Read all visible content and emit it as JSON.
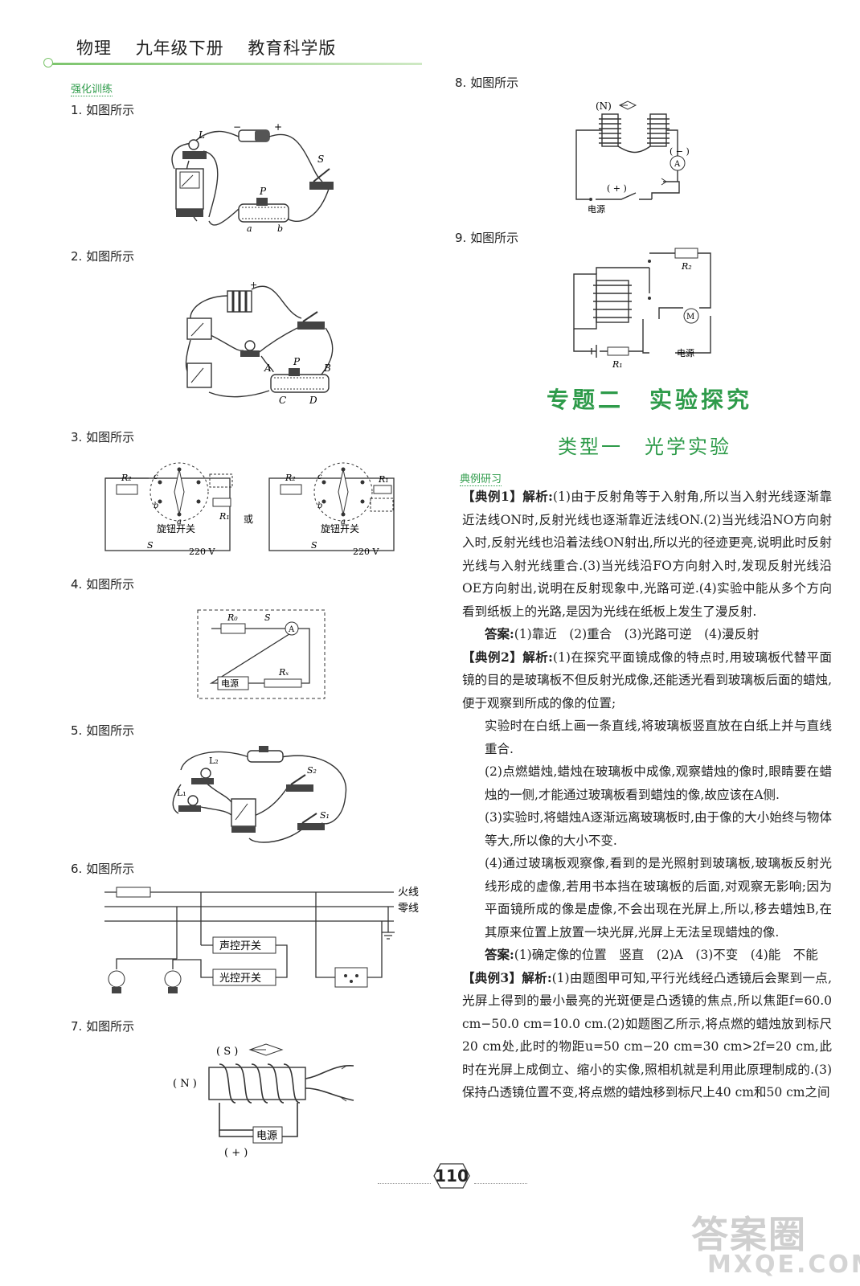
{
  "header": {
    "subject": "物理",
    "grade": "九年级下册",
    "edition": "教育科学版"
  },
  "section_tag_left": "强化训练",
  "left_items": [
    "1. 如图所示",
    "2. 如图所示",
    "3. 如图所示",
    "4. 如图所示",
    "5. 如图所示",
    "6. 如图所示",
    "7. 如图所示"
  ],
  "right_items": [
    "8. 如图所示",
    "9. 如图所示"
  ],
  "diagram_labels": {
    "d1": {
      "L": "L",
      "S": "S",
      "P": "P",
      "a": "a",
      "b": "b",
      "minus": "−",
      "plus": "+"
    },
    "d2": {
      "A": "A",
      "B": "B",
      "C": "C",
      "D": "D",
      "P": "P",
      "plus": "+"
    },
    "d3": {
      "R2": "R₂",
      "R1": "R₁",
      "c": "c",
      "a": "a",
      "b": "b",
      "knob": "旋钮开关",
      "S": "S",
      "volt": "220 V",
      "or": "或"
    },
    "d4": {
      "R0": "R₀",
      "S": "S",
      "A": "A",
      "Rx": "Rₓ",
      "power": "电源"
    },
    "d5": {
      "L2": "L₂",
      "L1": "L₁",
      "S2": "S₂",
      "S1": "S₁"
    },
    "d6": {
      "fire": "火线",
      "zero": "零线",
      "sound": "声控开关",
      "light": "光控开关"
    },
    "d7": {
      "S": "( S )",
      "N": "( N )",
      "plus": "( + )",
      "power": "电源"
    },
    "d8": {
      "N": "(N)",
      "minus": "( − )",
      "plus": "( + )",
      "A": "A",
      "power": "电源"
    },
    "d9": {
      "R2": "R₂",
      "R1": "R₁",
      "M": "M",
      "power": "电源"
    }
  },
  "topic_title": "专题二　实验探究",
  "type_title": "类型一　光学实验",
  "section_tag_right": "典例研习",
  "examples": [
    {
      "label": "【典例1】解析:",
      "body": "(1)由于反射角等于入射角,所以当入射光线逐渐靠近法线ON时,反射光线也逐渐靠近法线ON.(2)当光线沿NO方向射入时,反射光线也沿着法线ON射出,所以光的径迹更亮,说明此时反射光线与入射光线重合.(3)当光线沿FO方向射入时,发现反射光线沿OE方向射出,说明在反射现象中,光路可逆.(4)实验中能从多个方向看到纸板上的光路,是因为光线在纸板上发生了漫反射.",
      "answer_label": "答案:",
      "answer": "(1)靠近　(2)重合　(3)光路可逆　(4)漫反射"
    },
    {
      "label": "【典例2】解析:",
      "body": "(1)在探究平面镜成像的特点时,用玻璃板代替平面镜的目的是玻璃板不但反射光成像,还能透光看到玻璃板后面的蜡烛,便于观察到所成的像的位置;",
      "paras": [
        "实验时在白纸上画一条直线,将玻璃板竖直放在白纸上并与直线重合.",
        "(2)点燃蜡烛,蜡烛在玻璃板中成像,观察蜡烛的像时,眼睛要在蜡烛的一侧,才能通过玻璃板看到蜡烛的像,故应该在A侧.",
        "(3)实验时,将蜡烛A逐渐远离玻璃板时,由于像的大小始终与物体等大,所以像的大小不变.",
        "(4)通过玻璃板观察像,看到的是光照射到玻璃板,玻璃板反射光线形成的虚像,若用书本挡在玻璃板的后面,对观察无影响;因为平面镜所成的像是虚像,不会出现在光屏上,所以,移去蜡烛B,在其原来位置上放置一块光屏,光屏上无法呈现蜡烛的像."
      ],
      "answer_label": "答案:",
      "answer": "(1)确定像的位置　竖直　(2)A　(3)不变　(4)能　不能"
    },
    {
      "label": "【典例3】解析:",
      "body": "(1)由题图甲可知,平行光线经凸透镜后会聚到一点,光屏上得到的最小最亮的光斑便是凸透镜的焦点,所以焦距f=60.0 cm−50.0 cm=10.0 cm.(2)如题图乙所示,将点燃的蜡烛放到标尺20 cm处,此时的物距u=50 cm−20 cm=30 cm>2f=20 cm,此时在光屏上成倒立、缩小的实像,照相机就是利用此原理制成的.(3)保持凸透镜位置不变,将点燃的蜡烛移到标尺上40 cm和50 cm之间"
    }
  ],
  "page_number": "110",
  "watermark": {
    "top": "答案圈",
    "bottom": "MXQE.COM"
  }
}
